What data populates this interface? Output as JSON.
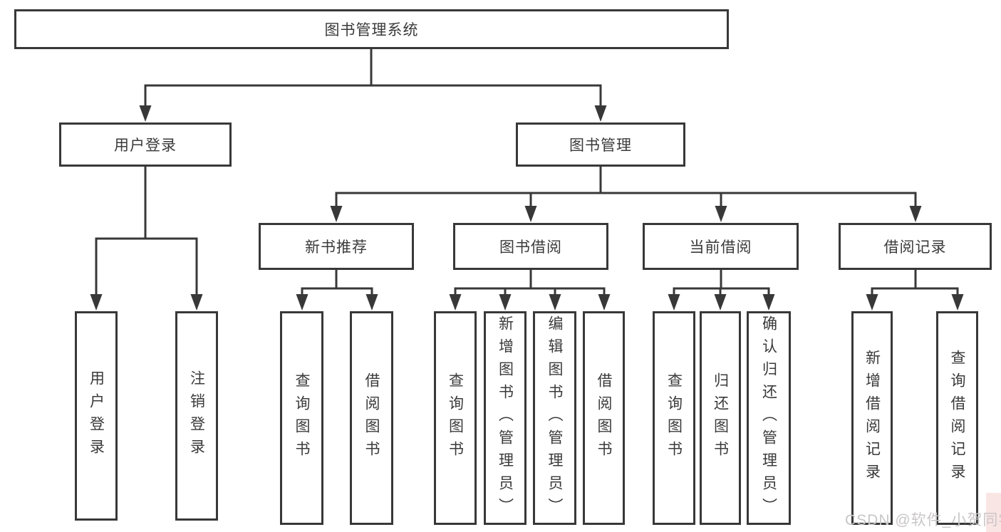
{
  "diagram": {
    "root": {
      "label": "图书管理系统"
    },
    "branches": [
      {
        "label": "用户登录",
        "children": [
          {
            "label": "用户登录"
          },
          {
            "label": "注销登录"
          }
        ]
      },
      {
        "label": "图书管理",
        "children": [
          {
            "label": "新书推荐",
            "children": [
              {
                "label": "查询图书"
              },
              {
                "label": "借阅图书"
              }
            ]
          },
          {
            "label": "图书借阅",
            "children": [
              {
                "label": "查询图书"
              },
              {
                "label": "新增图书（管理员）"
              },
              {
                "label": "编辑图书（管理员）"
              },
              {
                "label": "借阅图书"
              }
            ]
          },
          {
            "label": "当前借阅",
            "children": [
              {
                "label": "查询图书"
              },
              {
                "label": "归还图书"
              },
              {
                "label": "确认归还（管理员）"
              }
            ]
          },
          {
            "label": "借阅记录",
            "children": [
              {
                "label": "新增借阅记录"
              },
              {
                "label": "查询借阅记录"
              }
            ]
          }
        ]
      }
    ]
  },
  "watermark": {
    "text": "CSDN @软件_小贺同学"
  },
  "colors": {
    "line": "#383838",
    "box_border": "#383838",
    "box_bg": "#ffffff",
    "text": "#3a3a3a",
    "watermark_text": "#c9c6c6"
  }
}
